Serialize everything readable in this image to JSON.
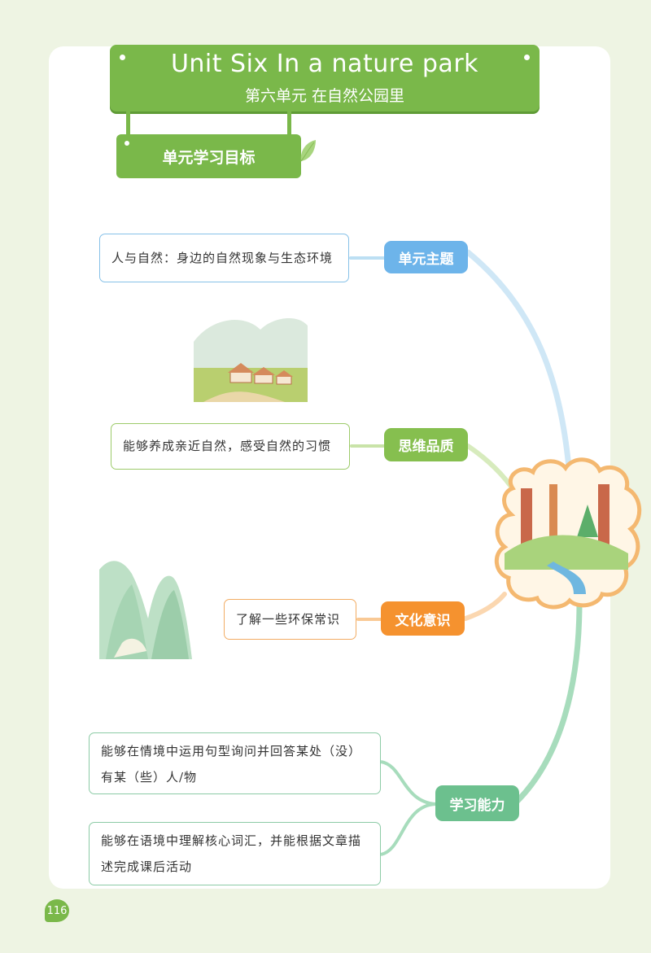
{
  "title": {
    "english": "Unit Six    In a nature park",
    "chinese": "第六单元   在自然公园里"
  },
  "goals_tag": "单元学习目标",
  "branches": [
    {
      "category": "单元主题",
      "text": "人与自然：身边的自然现象与生态环境",
      "color": "#6db4ea"
    },
    {
      "category": "思维品质",
      "text": "能够养成亲近自然，感受自然的习惯",
      "color": "#86bf4f"
    },
    {
      "category": "文化意识",
      "text": "了解一些环保常识",
      "color": "#f5922f"
    },
    {
      "category": "学习能力",
      "items": [
        {
          "line1": "能够在情境中运用句型询问并回答某处（没）",
          "line2": "有某（些）人/物"
        },
        {
          "line1": "能够在语境中理解核心词汇，并能根据文章描",
          "line2": "述完成课后活动"
        }
      ],
      "color": "#6cc08e"
    }
  ],
  "page_number": "116",
  "icons": [
    "leaf-icon",
    "village-illustration",
    "mountain-illustration",
    "forest-illustration"
  ]
}
